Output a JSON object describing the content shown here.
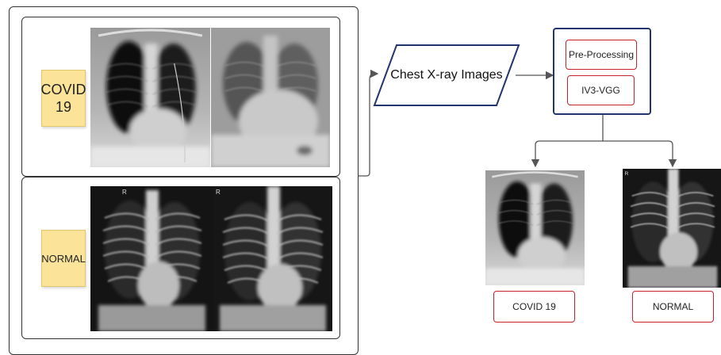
{
  "panels": {
    "covid": {
      "label_line1": "COVID",
      "label_line2": "19"
    },
    "normal": {
      "label": "NORMAL"
    }
  },
  "flow": {
    "input_label": "Chest X-ray Images",
    "model": {
      "step1": "Pre-Processing",
      "step2": "IV3-VGG"
    }
  },
  "outputs": [
    {
      "label": "COVID 19"
    },
    {
      "label": "NORMAL"
    }
  ],
  "xray_markers": {
    "right_side": "R"
  },
  "colors": {
    "sticky_note": "#fbe39a",
    "model_border": "#22346e",
    "output_border": "#c8232c"
  }
}
